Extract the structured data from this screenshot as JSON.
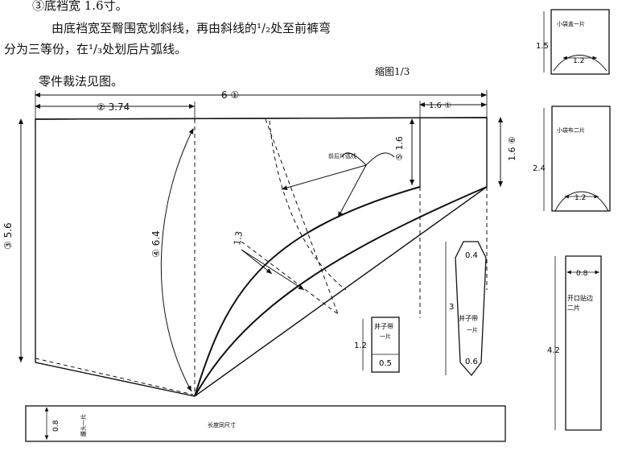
{
  "text": {
    "line1": "③底裆宽  1.6寸。",
    "line2": "由底裆宽至臀围宽划斜线，再由斜线的¹/₂处至前裤弯",
    "line3": "分为三等份，在¹/₃处划后片弧线。",
    "line4": "零件裁法见图。",
    "scale": "缩图1/3"
  },
  "dims": {
    "top_total": "6 ①",
    "top_left": "② 3.74",
    "top_right": "1.6 ①",
    "left_height": "③ 5.6",
    "center_curve": "④ 6.4",
    "right_inner": "⑤ 1.6",
    "right_outer": "1.6 ⑥",
    "diag": "1.3",
    "curves_note": "前后片弧线"
  },
  "pieces": {
    "small_purse_one": {
      "title": "小袋盖一片",
      "h": "1.5",
      "w": "1.2"
    },
    "small_pocket_two": {
      "title": "小袋布二片",
      "h": "2.4",
      "w": "1.2"
    },
    "fly_facing_two": {
      "title": "开口贴边\n二片",
      "h": "4.2",
      "w": "0.8"
    },
    "well_tab": {
      "title": "井子带",
      "sub": "一片",
      "h": "1.2",
      "w": "0.5"
    },
    "well_tape": {
      "title": "井子带",
      "sub": "一片",
      "h": "3",
      "top": "0.4",
      "bottom": "0.6"
    },
    "waistband": {
      "w": "0.8",
      "label": "腰头一片",
      "center": "长度同尺寸"
    }
  }
}
